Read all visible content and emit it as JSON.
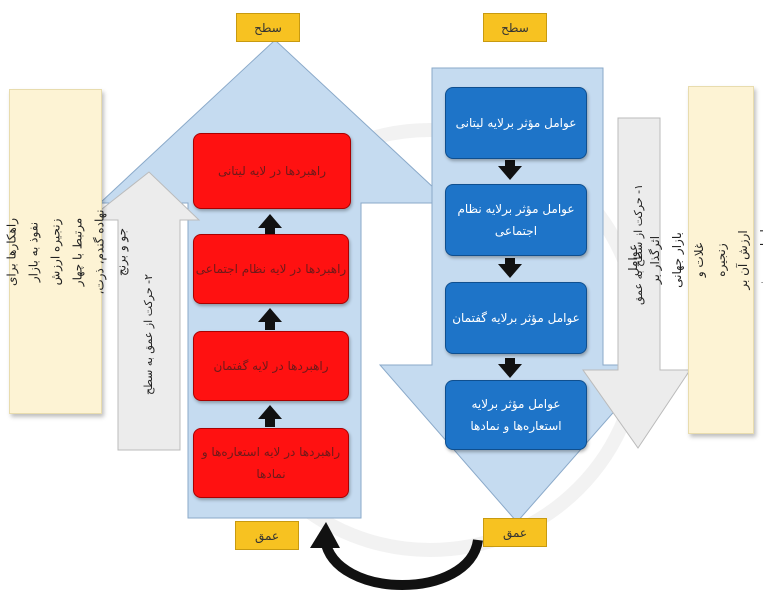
{
  "labels": {
    "surface_left": "سطح",
    "surface_right": "سطح",
    "depth_left": "عمق",
    "depth_right": "عمق"
  },
  "notes": {
    "left": "راهبردها و راهکارها برای نفوذ به بازار زنجیره ارزش مرتبط با چهار نهاده گندم، ذرت، جو و برنج",
    "right": "عوامل اثرگذار بر بازار جهانی غلات و زنجیره ارزش آن بر اساس روش تحلیل لایه‌ای علت‌ها"
  },
  "arrows": {
    "left_movement": "۲- حرکت از عمق به سطح",
    "right_movement": "۱- حرکت از سطح به عمق"
  },
  "strategies": [
    "راهبردها در لایه لیتانی",
    "راهبردها در لایه نظام اجتماعی",
    "راهبردها در لایه گفتمان",
    "راهبردها در لایه استعاره‌ها و نمادها"
  ],
  "factors": [
    "عوامل مؤثر برلایه لیتانی",
    "عوامل مؤثر برلایه نظام اجتماعی",
    "عوامل مؤثر برلایه گفتمان",
    "عوامل مؤثر برلایه استعاره‌ها و نمادها"
  ],
  "colors": {
    "accent_yellow": "#f7c221",
    "strategy_red": "#ff1111",
    "factor_blue": "#1e74c8",
    "big_arrow_fill": "#c5dbf0"
  }
}
